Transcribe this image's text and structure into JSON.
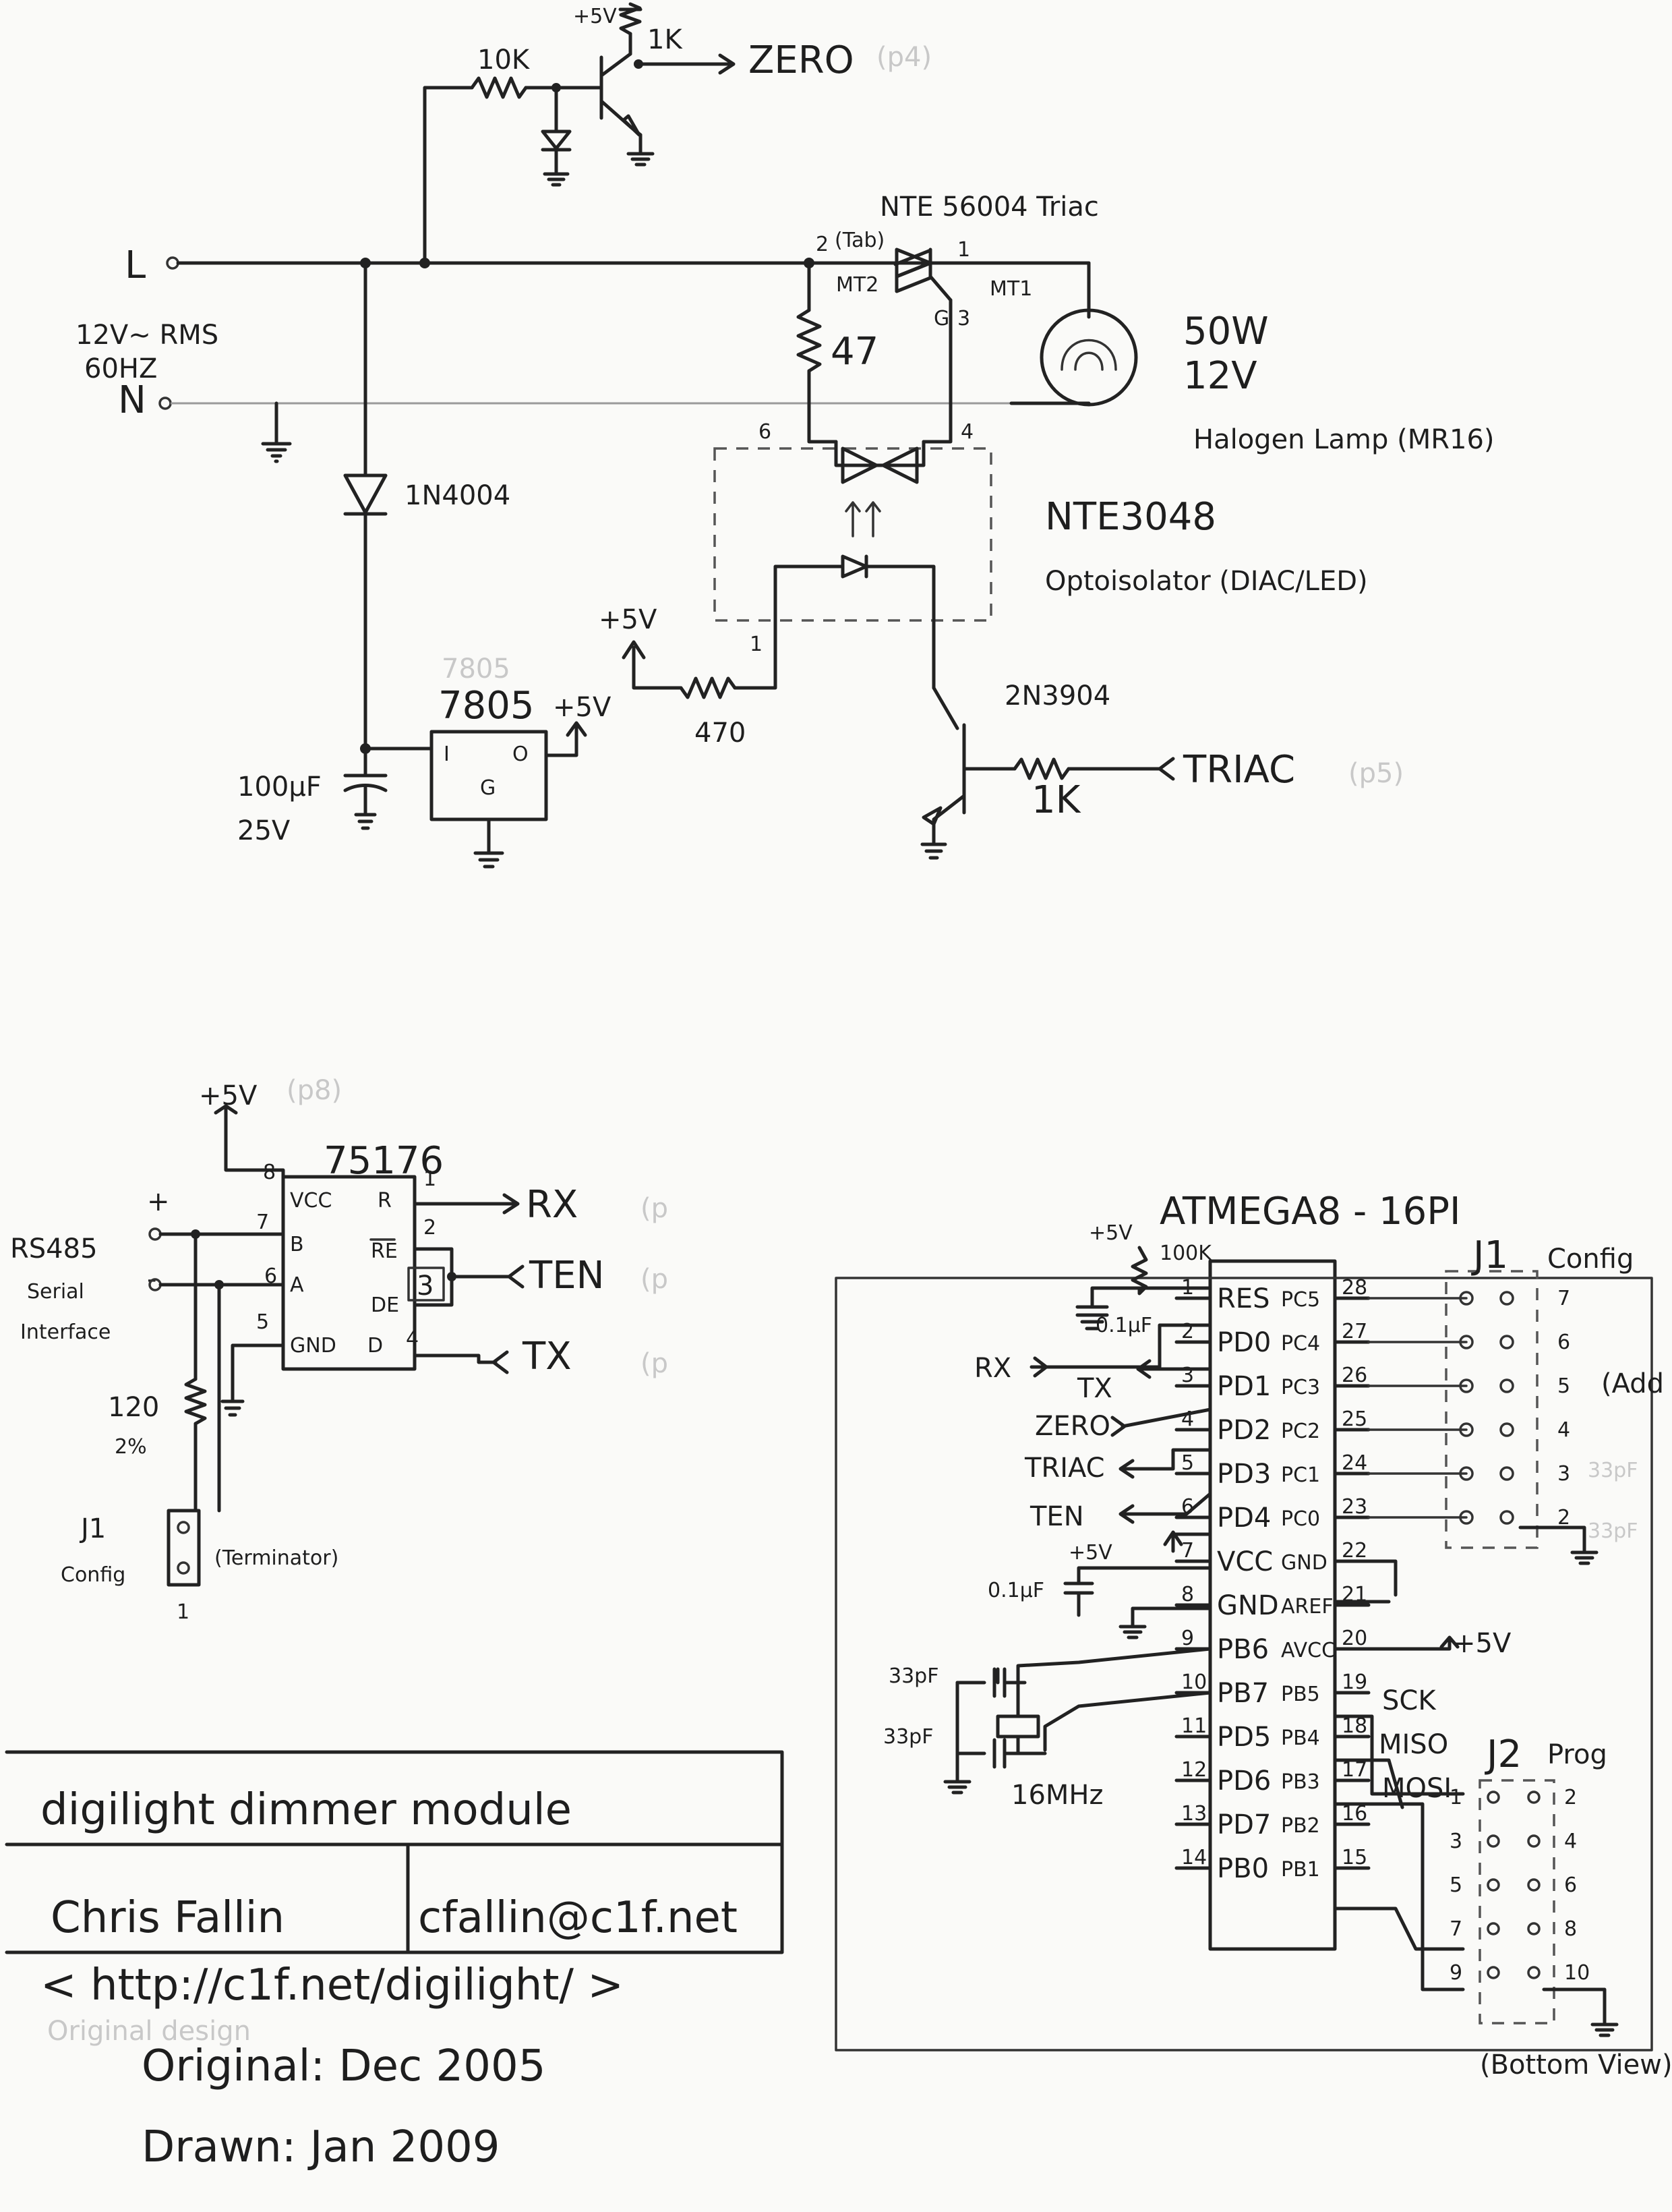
{
  "top": {
    "zero_supply": "+5V",
    "r_zero_in": "10K",
    "r_zero_pull": "1K",
    "zero_out": "ZERO",
    "zero_ref": "(p4)",
    "triac_title": "NTE 56004 Triac",
    "pin2": "2",
    "tab": "(Tab)",
    "pin1": "1",
    "mt2": "MT2",
    "mt1": "MT1",
    "g": "G",
    "pin3": "3",
    "L": "L",
    "supply": "12V~ RMS",
    "freq": "60HZ",
    "N": "N",
    "r47": "47",
    "lamp_w": "50W",
    "lamp_v": "12V",
    "lamp_name": "Halogen Lamp (MR16)",
    "opto_pin6": "6",
    "opto_pin4": "4",
    "opto_pin1": "1",
    "opto_name": "NTE3048",
    "opto_desc": "Optoisolator (DIAC/LED)",
    "diode": "1N4004",
    "reg_ghost": "7805",
    "reg": "7805",
    "reg_I": "I",
    "reg_O": "O",
    "reg_G": "G",
    "reg_out": "+5V",
    "cap_val": "100µF",
    "cap_v": "25V",
    "opto_supply": "+5V",
    "r470": "470",
    "transistor": "2N3904",
    "r_triac": "1K",
    "triac_in": "TRIAC",
    "triac_ref": "(p5)"
  },
  "rs485": {
    "supply": "+5V",
    "supply_ref": "(p8)",
    "chip": "75176",
    "plus": "+",
    "minus": "-",
    "iface_1": "RS485",
    "iface_2": "Serial",
    "iface_3": "Interface",
    "pin8": "8",
    "pin7": "7",
    "pin6": "6",
    "pin5": "5",
    "pin1": "1",
    "pin2": "2",
    "pin3": "3",
    "pin4": "4",
    "vcc": "VCC",
    "b": "B",
    "a": "A",
    "gnd": "GND",
    "r": "R",
    "re": "RE",
    "de": "DE",
    "d": "D",
    "rx": "RX",
    "ten": "TEN",
    "tx": "TX",
    "ghost_ref": "(p",
    "term_r": "120",
    "term_p": "2%",
    "j1": "J1",
    "j1_cfg": "Config",
    "j1_pin": "1",
    "terminator": "(Terminator)"
  },
  "mcu": {
    "title": "ATMEGA8 - 16PI",
    "res_supply": "+5V",
    "res_r": "100K",
    "res_cap": "0.1µF",
    "left_pins": [
      {
        "num": "1",
        "name": "RES"
      },
      {
        "num": "2",
        "name": "PD0"
      },
      {
        "num": "3",
        "name": "PD1"
      },
      {
        "num": "4",
        "name": "PD2"
      },
      {
        "num": "5",
        "name": "PD3"
      },
      {
        "num": "6",
        "name": "PD4"
      },
      {
        "num": "7",
        "name": "VCC"
      },
      {
        "num": "8",
        "name": "GND"
      },
      {
        "num": "9",
        "name": "PB6"
      },
      {
        "num": "10",
        "name": "PB7"
      },
      {
        "num": "11",
        "name": "PD5"
      },
      {
        "num": "12",
        "name": "PD6"
      },
      {
        "num": "13",
        "name": "PD7"
      },
      {
        "num": "14",
        "name": "PB0"
      }
    ],
    "right_pins": [
      {
        "num": "28",
        "name": "PC5"
      },
      {
        "num": "27",
        "name": "PC4"
      },
      {
        "num": "26",
        "name": "PC3"
      },
      {
        "num": "25",
        "name": "PC2"
      },
      {
        "num": "24",
        "name": "PC1"
      },
      {
        "num": "23",
        "name": "PC0"
      },
      {
        "num": "22",
        "name": "GND"
      },
      {
        "num": "21",
        "name": "AREF"
      },
      {
        "num": "20",
        "name": "AVCC"
      },
      {
        "num": "19",
        "name": "PB5"
      },
      {
        "num": "18",
        "name": "PB4"
      },
      {
        "num": "17",
        "name": "PB3"
      },
      {
        "num": "16",
        "name": "PB2"
      },
      {
        "num": "15",
        "name": "PB1"
      }
    ],
    "sig_rx": "RX",
    "sig_tx": "TX",
    "sig_zero": "ZERO",
    "sig_triac": "TRIAC",
    "sig_ten": "TEN",
    "vcc_supply": "+5V",
    "vcc_cap": "0.1µF",
    "xtal_c1": "33pF",
    "xtal_c2": "33pF",
    "xtal": "16MHz",
    "avcc_supply": "+5V",
    "sck": "SCK",
    "miso": "MISO",
    "mosi": "MOSI",
    "j1": "J1",
    "j1_cfg": "Config",
    "j1_pins": [
      "7",
      "6",
      "5",
      "4",
      "3",
      "2"
    ],
    "j1_add": "(Add",
    "ghost_33a": "33pF",
    "ghost_33b": "33pF",
    "j2": "J2",
    "j2_prog": "Prog",
    "j2_left": [
      "1",
      "3",
      "5",
      "7",
      "9"
    ],
    "j2_right": [
      "2",
      "4",
      "6",
      "8",
      "10"
    ],
    "j2_view": "(Bottom View)"
  },
  "title_block": {
    "title": "digilight dimmer module",
    "author": "Chris Fallin",
    "email": "cfallin@c1f.net",
    "url": "< http://c1f.net/digilight/ >",
    "ghost": "Original design",
    "original": "Original: Dec 2005",
    "drawn": "Drawn: Jan 2009"
  }
}
